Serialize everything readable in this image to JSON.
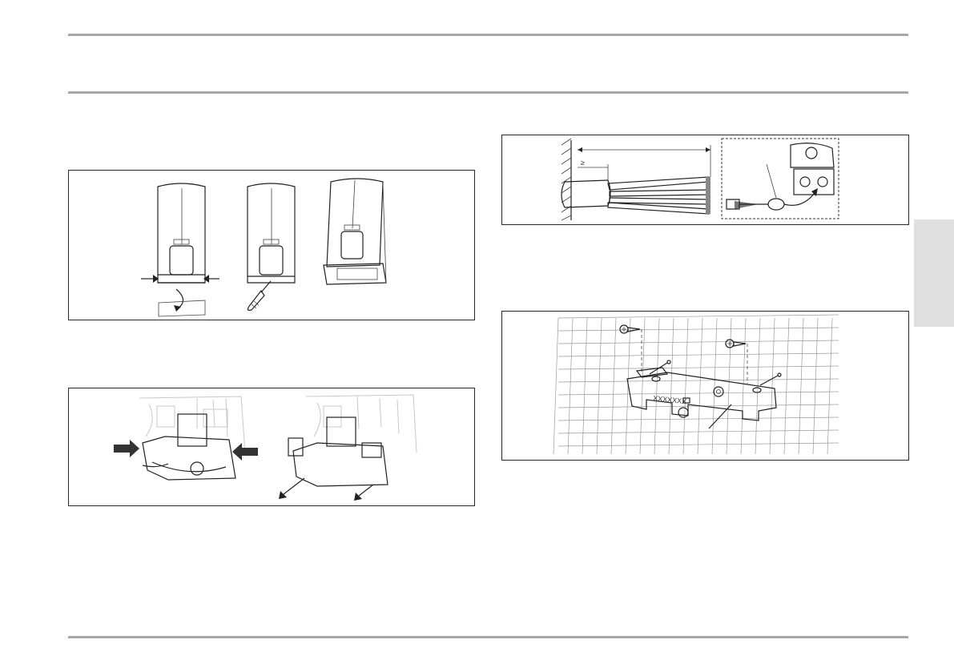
{
  "page": {
    "side_tab_color": "#e0e0e0",
    "rule_color": "#a6a6a6"
  },
  "figures": {
    "cover_removal": {
      "steps": 3,
      "icons": [
        "arrow-press-icon",
        "screwdriver-icon",
        "curved-arrow-icon"
      ]
    },
    "cable_guide": {
      "steps": 2,
      "icons": [
        "arrow-press-icon",
        "arrow-pull-icon"
      ]
    },
    "cable_strip": {
      "dimension_symbol": "≥",
      "wire_count": 4
    },
    "mounting_bracket": {
      "bracket_marking": "XXXXXXX",
      "screw_count": 2
    }
  }
}
